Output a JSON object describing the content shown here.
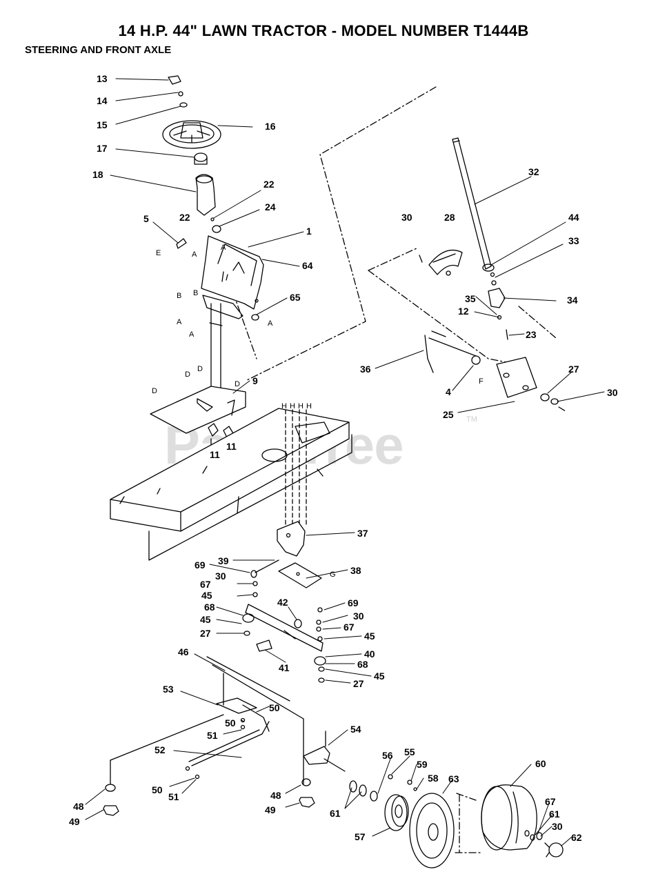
{
  "title": "14 H.P. 44\" LAWN TRACTOR - MODEL NUMBER T1444B",
  "subtitle": "STEERING AND FRONT AXLE",
  "watermark": "PartsTree",
  "watermark_tm": "TM",
  "callouts": {
    "c13": "13",
    "c14": "14",
    "c15": "15",
    "c16": "16",
    "c17": "17",
    "c18": "18",
    "c22a": "22",
    "c22b": "22",
    "c24": "24",
    "c5": "5",
    "c1": "1",
    "c64": "64",
    "c65": "65",
    "c9": "9",
    "c11a": "11",
    "c11b": "11",
    "c32": "32",
    "c30a": "30",
    "c28": "28",
    "c44": "44",
    "c33": "33",
    "c34": "34",
    "c35": "35",
    "c12": "12",
    "c23": "23",
    "c36": "36",
    "c4": "4",
    "c27a": "27",
    "c30b": "30",
    "c25": "25",
    "c37": "37",
    "c39": "39",
    "c69a": "69",
    "c30c": "30",
    "c38": "38",
    "c67a": "67",
    "c45a": "45",
    "c42": "42",
    "c69b": "69",
    "c68a": "68",
    "c30d": "30",
    "c45b": "45",
    "c67b": "67",
    "c27b": "27",
    "c45c": "45",
    "c46": "46",
    "c41": "41",
    "c40": "40",
    "c68b": "68",
    "c45d": "45",
    "c27c": "27",
    "c53": "53",
    "c50a": "50",
    "c50b": "50",
    "c51a": "51",
    "c52": "52",
    "c54": "54",
    "c50c": "50",
    "c51b": "51",
    "c48a": "48",
    "c49a": "49",
    "c48b": "48",
    "c49b": "49",
    "c56": "56",
    "c55": "55",
    "c59": "59",
    "c58": "58",
    "c60": "60",
    "c61a": "61",
    "c63": "63",
    "c67c": "67",
    "c61b": "61",
    "c30e": "30",
    "c57": "57",
    "c62": "62"
  },
  "letters": {
    "E": "E",
    "A": "A",
    "B": "B",
    "D": "D",
    "F": "F",
    "G": "G",
    "H": "H"
  }
}
